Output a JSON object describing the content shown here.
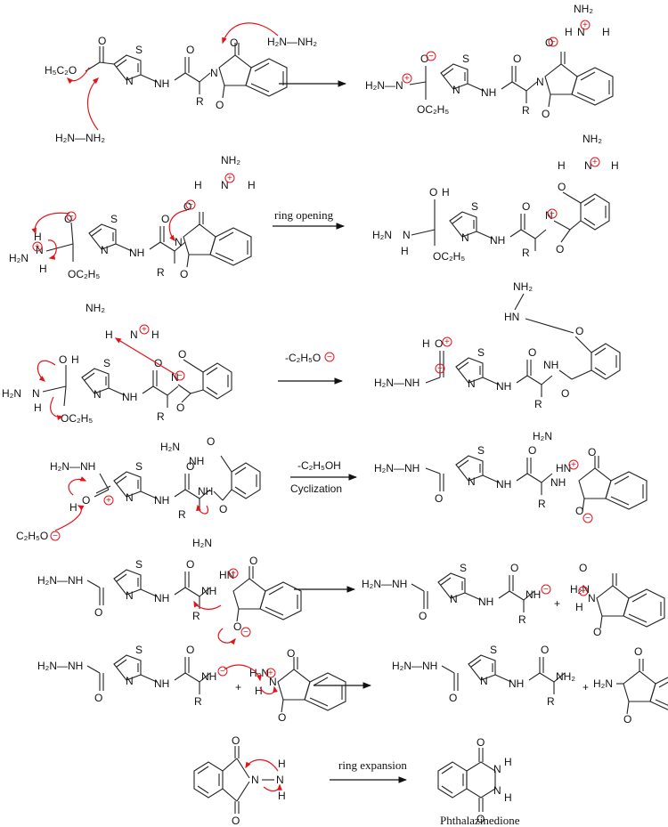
{
  "colors": {
    "ink": "#111111",
    "electron_arrow": "#e3131b",
    "background": "#ffffff"
  },
  "labels": {
    "step2_condition": "ring opening",
    "step3_condition": "-C₂H₅O",
    "step4_condition_top": "-C₂H₅OH",
    "step4_condition_bottom": "Cyclization",
    "step7_condition": "ring expansion",
    "product_name": "Phthalazinedione"
  },
  "atoms": {
    "hydrazine": "H₂N—NH₂",
    "h2n": "H₂N",
    "nh2": "NH₂",
    "nh": "NH",
    "hn": "HN",
    "h2n_nh": "H₂N—NH",
    "h2n_n": "H₂N—N",
    "n": "N",
    "h": "H",
    "s": "S",
    "o": "O",
    "r": "R",
    "oet": "OC₂H₅",
    "ester": "H₅C₂O",
    "ethoxide": "C₂H₅O",
    "plus": "+",
    "minus": "−"
  },
  "icons": [
    "reaction-arrow-icon",
    "curved-electron-arrow-icon",
    "charge-plus-icon",
    "charge-minus-icon"
  ]
}
